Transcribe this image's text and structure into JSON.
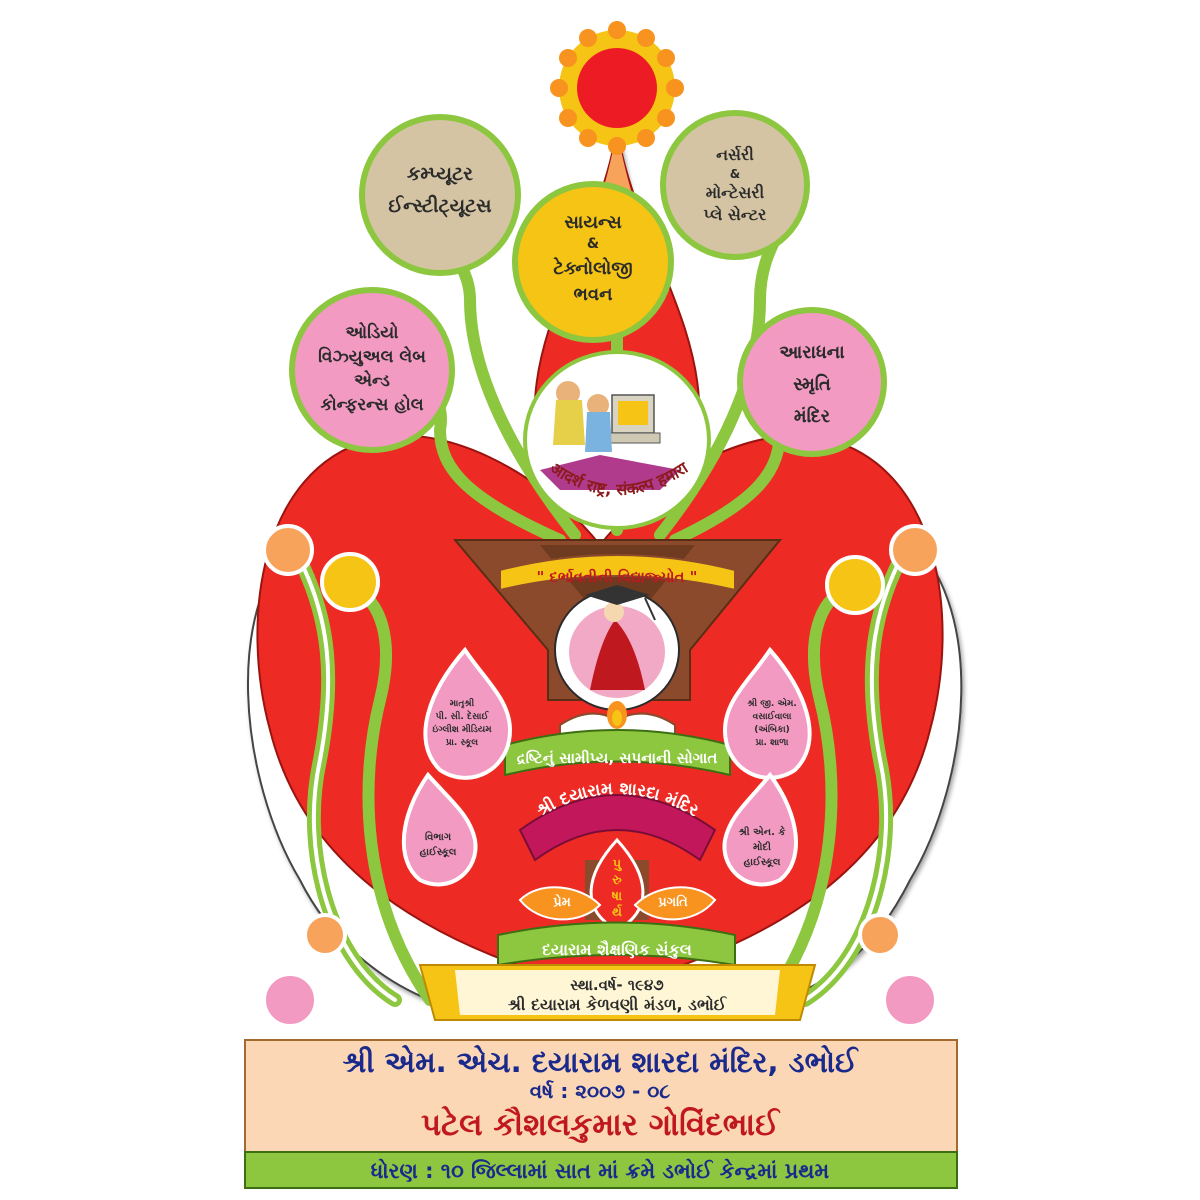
{
  "circles": {
    "computer": [
      "કમ્પ્યૂટર",
      "ઈન્સ્ટીટ્યૂટસ"
    ],
    "science": [
      "સાયન્સ",
      "&",
      "ટેક્નોલોજી",
      "ભવન"
    ],
    "nursery": [
      "નર્સરી",
      "&",
      "મોન્ટેસરી",
      "પ્લે સેન્ટર"
    ],
    "audio": [
      "ઓડિયો",
      "વિઝ્યુઅલ લેબ",
      "એન્ડ",
      "કોન્ફરન્સ હોલ"
    ],
    "aradhana": [
      "આરાધના",
      "સ્મૃતિ",
      "મંદિર"
    ]
  },
  "emblem": {
    "hindi_motto": "आदर्श राष्ट्र, संकल्प हमारा",
    "top_ribbon": "\" દર્ભાવતીની વિદ્યાજ્યોત \"",
    "mid_ribbon": "દ્રષ્ટિનું સામીપ્ય, સપનાની સોગાત",
    "pink_arc": "શ્રી દયારામ શારદા મંદિર",
    "purushartha": [
      "પુ",
      "રુ",
      "ષા",
      "ર્થ"
    ],
    "prem": "પ્રેમ",
    "pragati": "પ્રગતિ",
    "sankul": "દયારામ શૈક્ષણિક સંકુલ",
    "founded": "સ્થા.વર્ષ- ૧૯૪૭",
    "mandal": "શ્રી દયારામ કેળવણી મંડળ, ડભોઈ"
  },
  "leaves": {
    "left_upper": [
      "માતૃશ્રી",
      "પી. સી. દેસાઈ",
      "ઇંગ્લીશ મીડિયમ",
      "પ્રા. સ્કૂલ"
    ],
    "left_lower": [
      "વિભાગ",
      "હાઈસ્કૂલ"
    ],
    "right_upper": [
      "શ્રી જી. એમ.",
      "વસાઈવાલા",
      "(અંબિકા)",
      "પ્રા. શાળા"
    ],
    "right_lower": [
      "શ્રી એન. કે",
      "મોદી",
      "હાઈસ્કૂલ"
    ]
  },
  "banner": {
    "school": "શ્રી એમ. એચ. દયારામ શારદા મંદિર, ડભોઈ",
    "year": "વર્ષ : ૨૦૦૭ - ૦૮",
    "student": "પટેલ કૌશલકુમાર ગોવિંદભાઈ",
    "achievement": "ધોરણ : ૧૦ જિલ્લામાં સાત માં ક્રમે ડભોઈ કેન્દ્રમાં પ્રથમ"
  },
  "colors": {
    "red": "#ee2a24",
    "green": "#8dc63f",
    "tan": "#d4c4a3",
    "yellow": "#f6c414",
    "pink": "#f29ac2",
    "brown": "#8b4a2b",
    "orange": "#f7a35c",
    "banner_bg": "#fbd7b5",
    "banner_text": "#1a2a8c",
    "student_text": "#c0181f"
  },
  "icons": [
    "sun-icon",
    "children-computer-illustration",
    "saint-portrait",
    "lamp-book-icon"
  ]
}
